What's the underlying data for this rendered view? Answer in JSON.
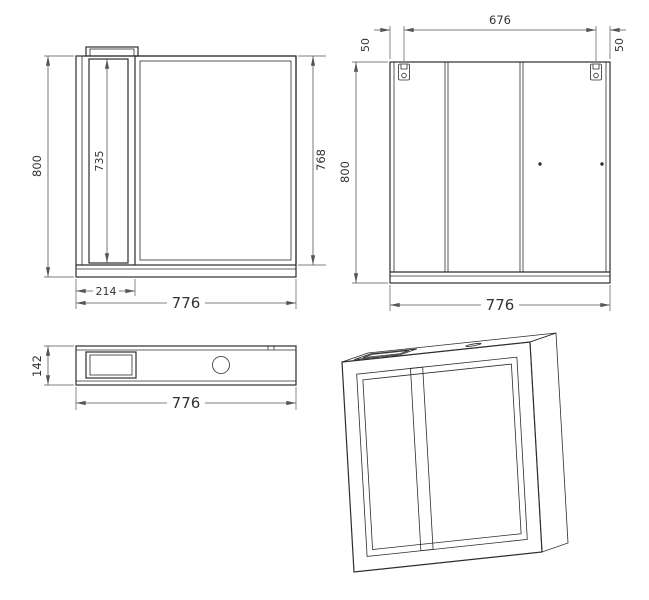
{
  "front_view": {
    "height": "800",
    "door_inner_height": "735",
    "mirror_height": "768",
    "door_width": "214",
    "width": "776"
  },
  "back_view": {
    "hanger_span": "676",
    "hanger_offset_left": "50",
    "hanger_offset_right": "50",
    "height": "800",
    "width": "776"
  },
  "top_view": {
    "depth": "142",
    "width": "776"
  }
}
